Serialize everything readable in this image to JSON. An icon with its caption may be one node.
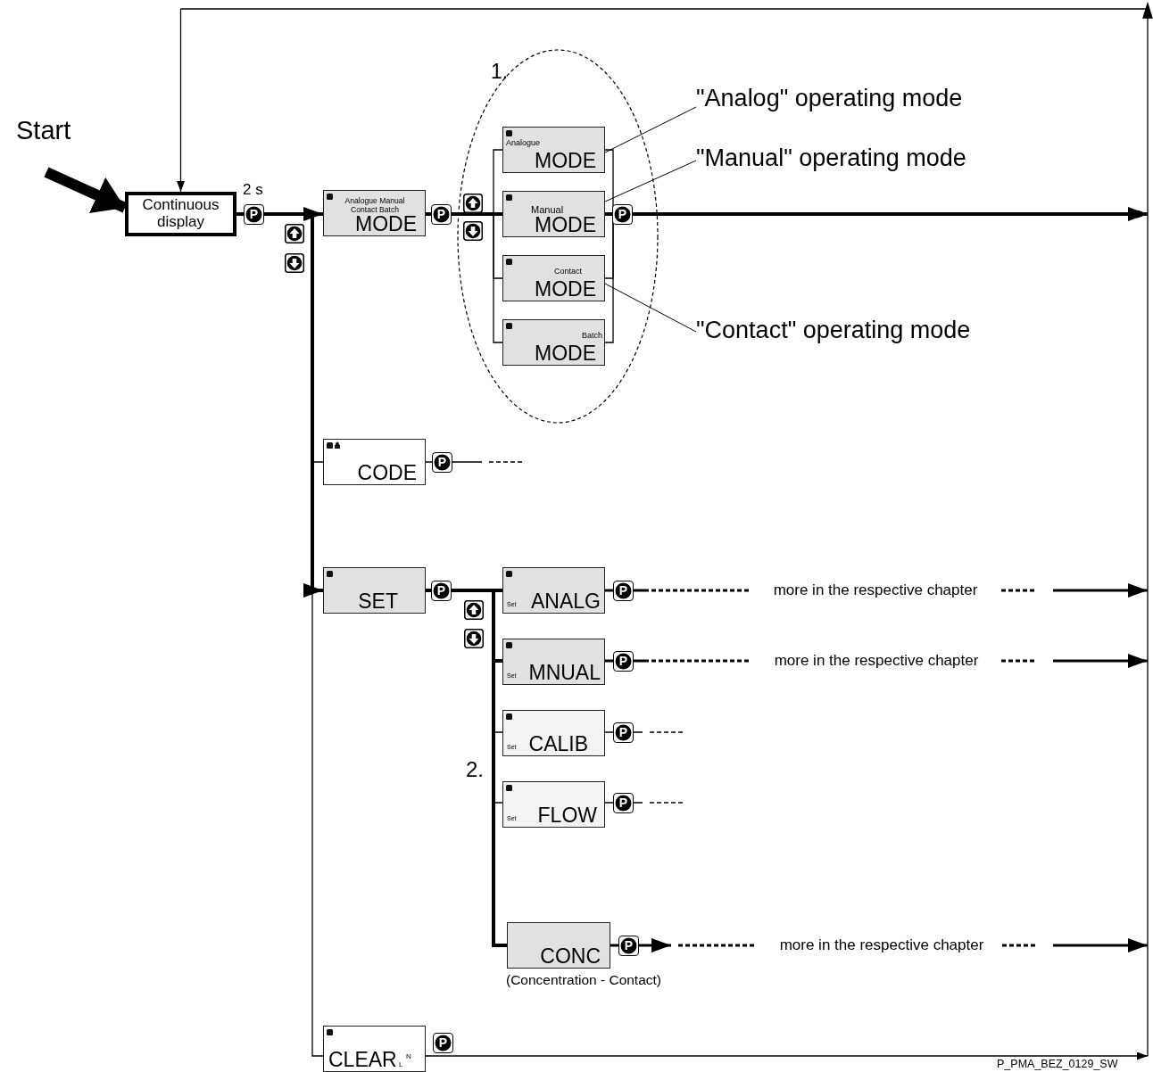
{
  "diagram": {
    "nodes": [
      {
        "text": [
          "Start"
        ]
      },
      {
        "text": [
          "Continuous display"
        ]
      },
      {
        "text": [
          "Analogue Manual Contact Batch",
          "MODE"
        ]
      },
      {
        "text": [
          "1."
        ]
      },
      {
        "text": [
          "Analogue",
          "MODE"
        ],
        "in": 3
      },
      {
        "text": [
          "Manual",
          "MODE"
        ],
        "in": 3
      },
      {
        "text": [
          "Contact",
          "MODE"
        ],
        "in": 3
      },
      {
        "text": [
          "Batch",
          "MODE"
        ],
        "in": 3
      },
      {
        "text": [
          "\"Analog\" operating mode"
        ]
      },
      {
        "text": [
          "\"Manual\" operating mode"
        ]
      },
      {
        "text": [
          "\"Contact\" operating mode"
        ]
      },
      {
        "text": [
          "CODE"
        ]
      },
      {
        "text": [
          "SET"
        ]
      },
      {
        "text": [
          "Set",
          "ANALG"
        ]
      },
      {
        "text": [
          "Set",
          "MNUAL"
        ]
      },
      {
        "text": [
          "Set",
          "CALIB"
        ]
      },
      {
        "text": [
          "Set",
          "FLOW"
        ]
      },
      {
        "text": [
          "CONC"
        ],
        "beside": [
          "(Concentration - Contact)"
        ]
      },
      {
        "text": [
          "CLEAR",
          "L",
          "N"
        ]
      }
    ],
    "edges": [
      {
        "from": 0,
        "to": 1,
        "arrow": "to",
        "style": "thick"
      },
      {
        "from": 1,
        "to": 2,
        "arrow": "to",
        "style": "thick"
      },
      {
        "from": 2,
        "to": 4,
        "arrow": "none"
      },
      {
        "from": 2,
        "to": 5,
        "arrow": "none",
        "style": "thick"
      },
      {
        "from": 2,
        "to": 6,
        "arrow": "none"
      },
      {
        "from": 2,
        "to": 7,
        "arrow": "none"
      },
      {
        "from": 8,
        "to": 4,
        "arrow": "none"
      },
      {
        "from": 9,
        "to": 5,
        "arrow": "none"
      },
      {
        "from": 10,
        "to": 6,
        "arrow": "none"
      },
      {
        "from": 4,
        "to": null,
        "arrow": "to"
      },
      {
        "from": 5,
        "to": null,
        "arrow": "to",
        "style": "thick"
      },
      {
        "from": 6,
        "to": null,
        "arrow": "to"
      },
      {
        "from": 7,
        "to": null,
        "arrow": "to"
      },
      {
        "from": 1,
        "to": 11,
        "arrow": "none"
      },
      {
        "from": 1,
        "to": 12,
        "arrow": "to",
        "style": "thick"
      },
      {
        "from": 1,
        "to": 18,
        "arrow": "none"
      },
      {
        "from": 11,
        "to": null,
        "arrow": "none",
        "style": "dashed"
      },
      {
        "from": 12,
        "to": 13,
        "arrow": "none",
        "style": "thick"
      },
      {
        "from": 12,
        "to": 14,
        "arrow": "none",
        "style": "thick"
      },
      {
        "from": 12,
        "to": 15,
        "arrow": "none"
      },
      {
        "from": 12,
        "to": 16,
        "arrow": "none"
      },
      {
        "from": 12,
        "to": 17,
        "arrow": "none",
        "style": "thick"
      },
      {
        "from": 13,
        "to": null,
        "arrow": "to",
        "style": "dashed",
        "label": "more in the respective chapter"
      },
      {
        "from": 14,
        "to": null,
        "arrow": "to",
        "style": "dashed",
        "label": "more in the respective chapter"
      },
      {
        "from": 15,
        "to": null,
        "arrow": "none",
        "style": "dashed"
      },
      {
        "from": 16,
        "to": null,
        "arrow": "none",
        "style": "dashed"
      },
      {
        "from": 17,
        "to": null,
        "arrow": "to",
        "style": "dashed",
        "label": "more in the respective chapter"
      },
      {
        "from": 18,
        "to": null,
        "arrow": "to"
      },
      {
        "from": null,
        "to": 1,
        "arrow": "to"
      }
    ],
    "labels": [
      "2 s",
      "P",
      "P",
      "P",
      "P",
      "P",
      "P",
      "P",
      "P",
      "2.",
      "P",
      "P",
      "P",
      "P_PMA_BEZ_0129_SW"
    ]
  }
}
